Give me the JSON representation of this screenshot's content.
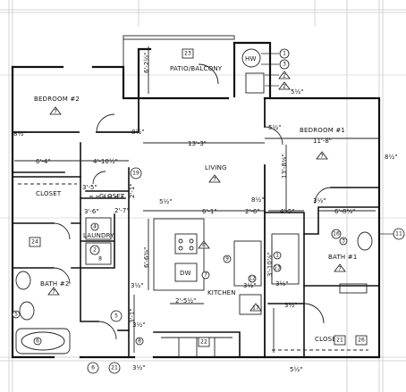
{
  "rooms": {
    "bedroom2": "BEDROOM #2",
    "bedroom1": "BEDROOM #1",
    "patio": "PATIO/BALCONY",
    "living": "LIVING",
    "closet_left": "CLOSET",
    "closet_mid": "CLOSET",
    "laundry": "LAUNDRY",
    "bath2": "BATH #2",
    "kitchen": "KITCHEN",
    "bath1": "BATH #1",
    "closet_right": "CLOSET",
    "hw": "HW",
    "dw": "DW"
  },
  "dimensions": {
    "d_top_6": "6'-2½\"",
    "d_left_8": "8½\"",
    "d_mid_8": "8½\"",
    "d_5_top": "5½\"",
    "d_11": "11'-8\"",
    "d_8_right": "8½\"",
    "d_13": "13'-3\"",
    "d_13_8": "13'-8⅛\"",
    "d_6_4": "6'-4\"",
    "d_4_10": "4'-10½\"",
    "d_3_5": "3'-5\"",
    "d_2_1": "2'-1\"",
    "d_5_mid": "5½\"",
    "d_8_mid2": "8½\"",
    "d_3_6": "3'-6\"",
    "d_2_7": "2'-7\"",
    "d_6_1": "6'-1\"",
    "d_2_6": "2'-6\"",
    "d_4_5": "4'-5\"",
    "d_3_5b": "3½\"",
    "d_6_8": "6'-8⅜\"",
    "d_6_6": "6'-6⅜\"",
    "d_2_5": "2'-5½\"",
    "d_3_1": "3'-1\"",
    "d_3_right": "3½\"",
    "d_3_10": "3'-10⅞\"",
    "d_3_left": "3½\"",
    "d_3_7": "3½\"",
    "d_3_8": "3½\"",
    "d_5_3": "5½\"",
    "d_3_bot": "3½\"",
    "d_5_bot": "5½\"",
    "d_3_2": "3½\""
  },
  "tags": {
    "t_patio": "23",
    "t_bed2": "7",
    "t_bed1": "7",
    "t_living": "7",
    "t_closet_l": "21",
    "t_laundry": "8",
    "t_bath2_a": "24",
    "t_bath2_b": "7",
    "t_kitchen": "8",
    "t_bath1": "7",
    "t_closet_r": "26",
    "t_hw_1": "1",
    "t_hw_2": "3",
    "t_hw_3": "2",
    "t_hw_4": "2",
    "t_misc_19": "19",
    "t_misc_16": "16",
    "t_misc_11": "11",
    "t_misc_5": "5",
    "t_misc_6": "6",
    "t_misc_22": "22",
    "t_misc_2a": "2",
    "t_misc_21b": "21",
    "t_misc_17": "17",
    "t_misc_13": "13",
    "t_misc_9": "9",
    "t_misc_12": "12",
    "t_misc_4": "4",
    "t_misc_3": "3",
    "t_misc_1": "1",
    "t_misc_7": "7",
    "t_misc_8": "8",
    "t_misc_5b": "5",
    "t_misc_6b": "6"
  }
}
